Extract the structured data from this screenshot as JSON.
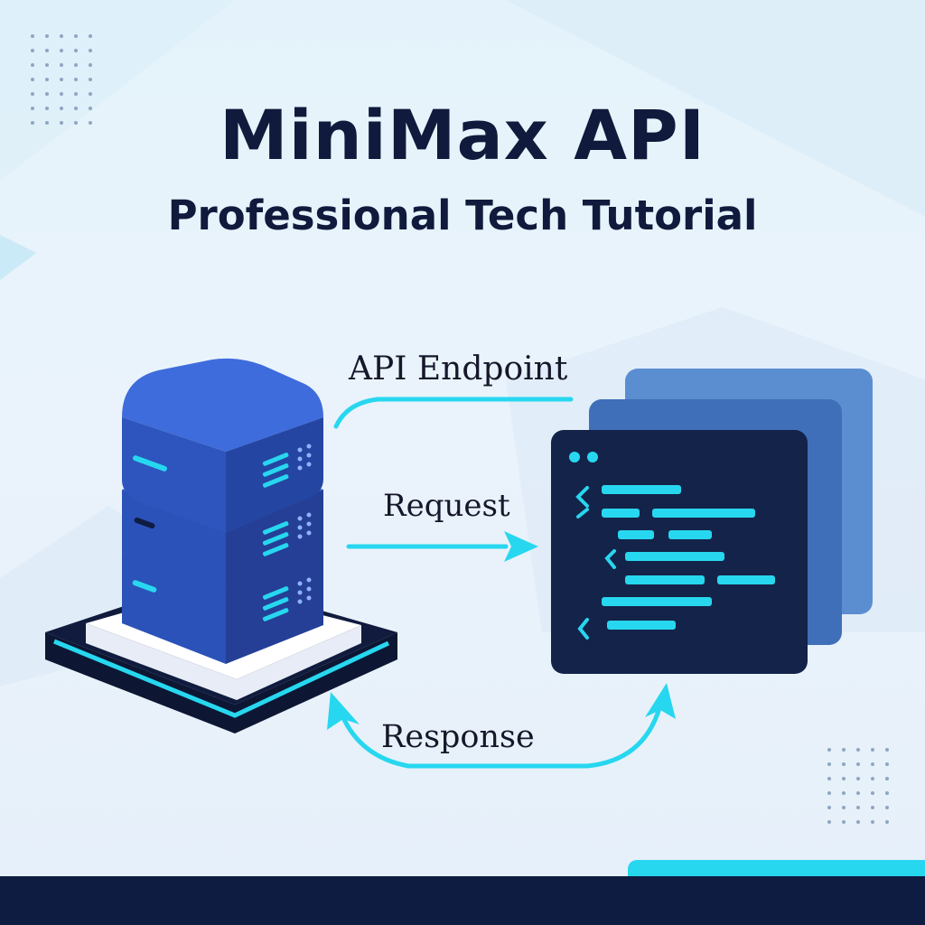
{
  "header": {
    "title": "MiniMax API",
    "subtitle": "Professional Tech Tutorial"
  },
  "flow": {
    "endpoint_label": "API Endpoint",
    "request_label": "Request",
    "response_label": "Response"
  },
  "colors": {
    "navy": "#0f1c42",
    "cyan": "#27d7ef",
    "server_blue": "#2f5bc8",
    "code_panel": "#142349"
  },
  "icons": {
    "server": "server-stack-icon",
    "code": "code-window-icon"
  }
}
